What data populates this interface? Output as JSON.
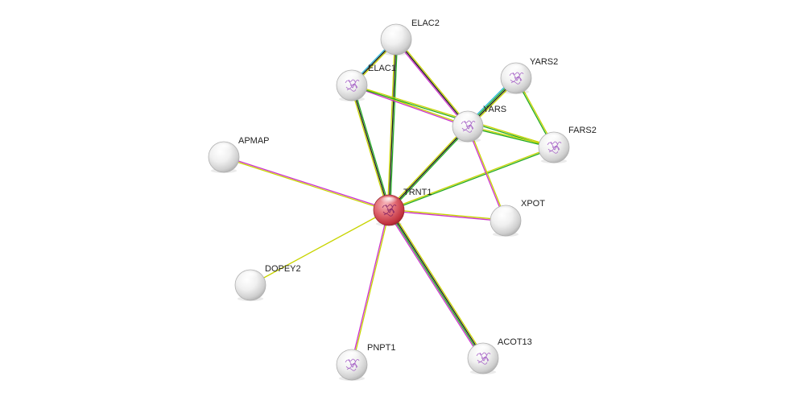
{
  "nodes": [
    {
      "id": "TRNT1",
      "label": "TRNT1",
      "query": true,
      "structure": true
    },
    {
      "id": "ELAC2",
      "label": "ELAC2",
      "query": false,
      "structure": false
    },
    {
      "id": "ELAC1",
      "label": "ELAC1",
      "query": false,
      "structure": true
    },
    {
      "id": "YARS2",
      "label": "YARS2",
      "query": false,
      "structure": true
    },
    {
      "id": "YARS",
      "label": "YARS",
      "query": false,
      "structure": true
    },
    {
      "id": "FARS2",
      "label": "FARS2",
      "query": false,
      "structure": true
    },
    {
      "id": "APMAP",
      "label": "APMAP",
      "query": false,
      "structure": false
    },
    {
      "id": "XPOT",
      "label": "XPOT",
      "query": false,
      "structure": false
    },
    {
      "id": "DOPEY2",
      "label": "DOPEY2",
      "query": false,
      "structure": false
    },
    {
      "id": "PNPT1",
      "label": "PNPT1",
      "query": false,
      "structure": true
    },
    {
      "id": "ACOT13",
      "label": "ACOT13",
      "query": false,
      "structure": true
    }
  ],
  "edges": [
    {
      "source": "TRNT1",
      "target": "ELAC2",
      "evidence": [
        "#c8d400",
        "#1a1a1a",
        "#22aa22"
      ]
    },
    {
      "source": "TRNT1",
      "target": "ELAC1",
      "evidence": [
        "#c8d400",
        "#1a1a1a",
        "#22aa22"
      ]
    },
    {
      "source": "TRNT1",
      "target": "YARS",
      "evidence": [
        "#c8d400",
        "#1a1a1a",
        "#22aa22"
      ]
    },
    {
      "source": "TRNT1",
      "target": "FARS2",
      "evidence": [
        "#c8d400",
        "#22aa22"
      ]
    },
    {
      "source": "TRNT1",
      "target": "APMAP",
      "evidence": [
        "#c8d400",
        "#cc33cc"
      ]
    },
    {
      "source": "TRNT1",
      "target": "XPOT",
      "evidence": [
        "#c8d400",
        "#cc33cc"
      ]
    },
    {
      "source": "TRNT1",
      "target": "DOPEY2",
      "evidence": [
        "#c8d400"
      ]
    },
    {
      "source": "TRNT1",
      "target": "PNPT1",
      "evidence": [
        "#c8d400",
        "#cc33cc"
      ]
    },
    {
      "source": "TRNT1",
      "target": "ACOT13",
      "evidence": [
        "#c8d400",
        "#1a1a1a",
        "#22aa22",
        "#cc33cc"
      ]
    },
    {
      "source": "ELAC2",
      "target": "ELAC1",
      "evidence": [
        "#c8d400",
        "#1a1a1a",
        "#33bbdd"
      ]
    },
    {
      "source": "ELAC2",
      "target": "YARS",
      "evidence": [
        "#c8d400",
        "#1a1a1a",
        "#cc33cc"
      ]
    },
    {
      "source": "ELAC1",
      "target": "YARS",
      "evidence": [
        "#c8d400",
        "#cc33cc"
      ]
    },
    {
      "source": "ELAC1",
      "target": "FARS2",
      "evidence": [
        "#c8d400",
        "#22aa22"
      ]
    },
    {
      "source": "YARS2",
      "target": "YARS",
      "evidence": [
        "#c8d400",
        "#1a1a1a",
        "#22aa22",
        "#33bbdd"
      ]
    },
    {
      "source": "YARS2",
      "target": "FARS2",
      "evidence": [
        "#c8d400",
        "#22aa22"
      ]
    },
    {
      "source": "YARS",
      "target": "FARS2",
      "evidence": [
        "#c8d400",
        "#22aa22"
      ]
    },
    {
      "source": "YARS",
      "target": "XPOT",
      "evidence": [
        "#c8d400",
        "#cc33cc"
      ]
    }
  ],
  "colors": {
    "query_node": "#d23a46",
    "neighbor_node": "#dcdcdc",
    "structure_glyph": "#9b4fbf"
  }
}
